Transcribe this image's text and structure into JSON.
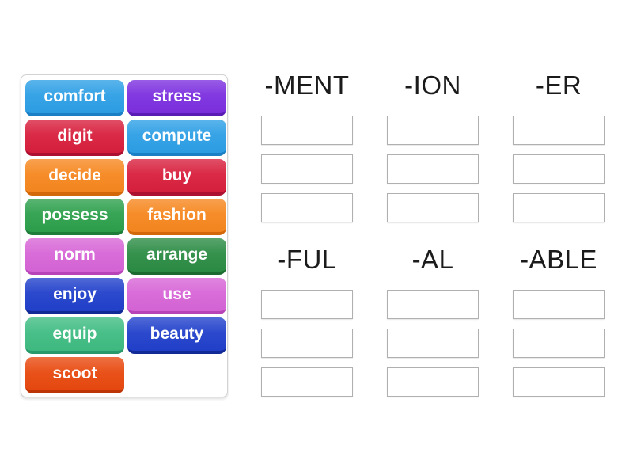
{
  "activity": {
    "kind": "group-sort-word-game",
    "background_color": "#ffffff",
    "header_text_color": "#1b1b1b",
    "slot_border_color": "#b0b0b0"
  },
  "word_bank": {
    "tiles": [
      {
        "label": "comfort",
        "color": "#2d9fe5",
        "edge": "#1a7fc4"
      },
      {
        "label": "stress",
        "color": "#7c2fdf",
        "edge": "#5a1cb5"
      },
      {
        "label": "digit",
        "color": "#d81f3d",
        "edge": "#ab1030"
      },
      {
        "label": "compute",
        "color": "#2d9fe5",
        "edge": "#1a7fc4"
      },
      {
        "label": "decide",
        "color": "#f6871f",
        "edge": "#d3680b"
      },
      {
        "label": "buy",
        "color": "#d81f3d",
        "edge": "#ab1030"
      },
      {
        "label": "possess",
        "color": "#2da04c",
        "edge": "#1e7d38"
      },
      {
        "label": "fashion",
        "color": "#f6871f",
        "edge": "#d3680b"
      },
      {
        "label": "norm",
        "color": "#d765d7",
        "edge": "#b842b8"
      },
      {
        "label": "arrange",
        "color": "#2b8c44",
        "edge": "#1b6b31"
      },
      {
        "label": "enjoy",
        "color": "#2140cb",
        "edge": "#122a96"
      },
      {
        "label": "use",
        "color": "#d765d7",
        "edge": "#b842b8"
      },
      {
        "label": "equip",
        "color": "#3fbc82",
        "edge": "#27996a"
      },
      {
        "label": "beauty",
        "color": "#2140cb",
        "edge": "#122a96"
      },
      {
        "label": "scoot",
        "color": "#e8490f",
        "edge": "#bd3406"
      }
    ]
  },
  "categories": [
    {
      "label": "-MENT",
      "slot_count": 3
    },
    {
      "label": "-ION",
      "slot_count": 3
    },
    {
      "label": "-ER",
      "slot_count": 3
    },
    {
      "label": "-FUL",
      "slot_count": 3
    },
    {
      "label": "-AL",
      "slot_count": 3
    },
    {
      "label": "-ABLE",
      "slot_count": 3
    }
  ]
}
